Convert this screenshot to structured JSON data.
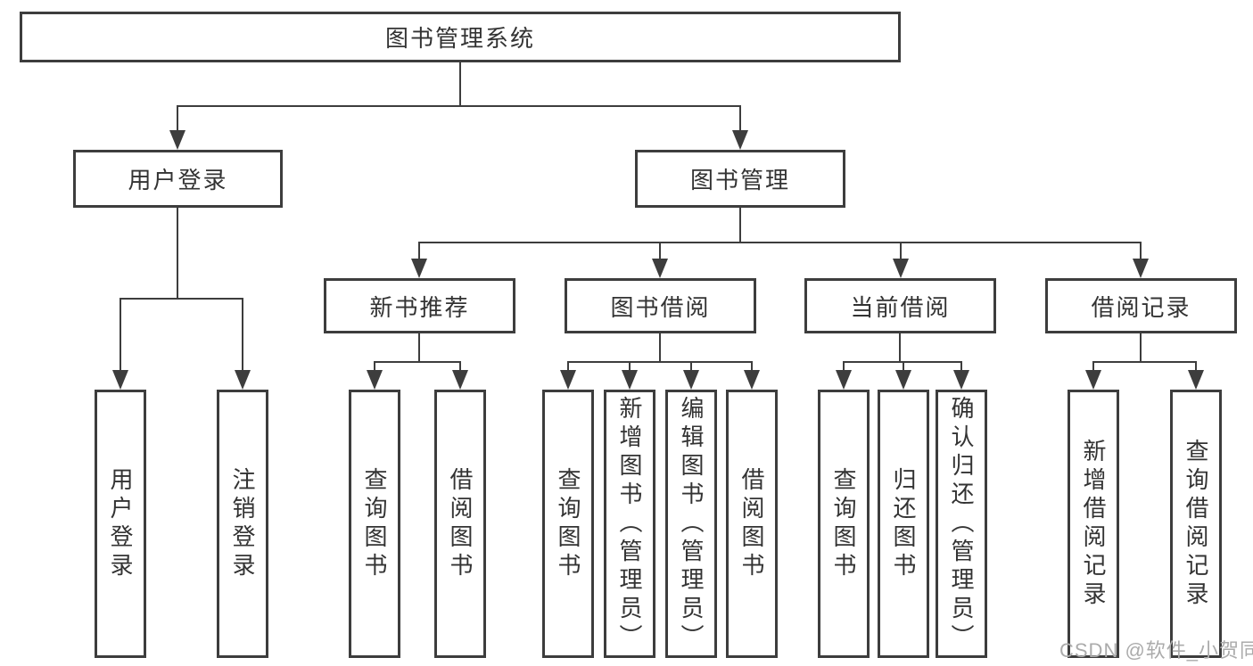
{
  "diagram": {
    "root": {
      "label": "图书管理系统"
    },
    "level2": [
      {
        "label": "用户登录"
      },
      {
        "label": "图书管理"
      }
    ],
    "level3": [
      {
        "label": "新书推荐"
      },
      {
        "label": "图书借阅"
      },
      {
        "label": "当前借阅"
      },
      {
        "label": "借阅记录"
      }
    ],
    "leaves": [
      {
        "label": "用户登录"
      },
      {
        "label": "注销登录"
      },
      {
        "label": "查询图书"
      },
      {
        "label": "借阅图书"
      },
      {
        "label": "查询图书"
      },
      {
        "label": "新增图书（管理员）"
      },
      {
        "label": "编辑图书（管理员）"
      },
      {
        "label": "借阅图书"
      },
      {
        "label": "查询图书"
      },
      {
        "label": "归还图书"
      },
      {
        "label": "确认归还（管理员）"
      },
      {
        "label": "新增借阅记录"
      },
      {
        "label": "查询借阅记录"
      }
    ]
  },
  "watermark": {
    "text": "CSDN @软件_小贺同学"
  },
  "colors": {
    "line": "#3d3d3d",
    "text": "#333333",
    "watermark": "#ababab",
    "background": "#ffffff"
  }
}
